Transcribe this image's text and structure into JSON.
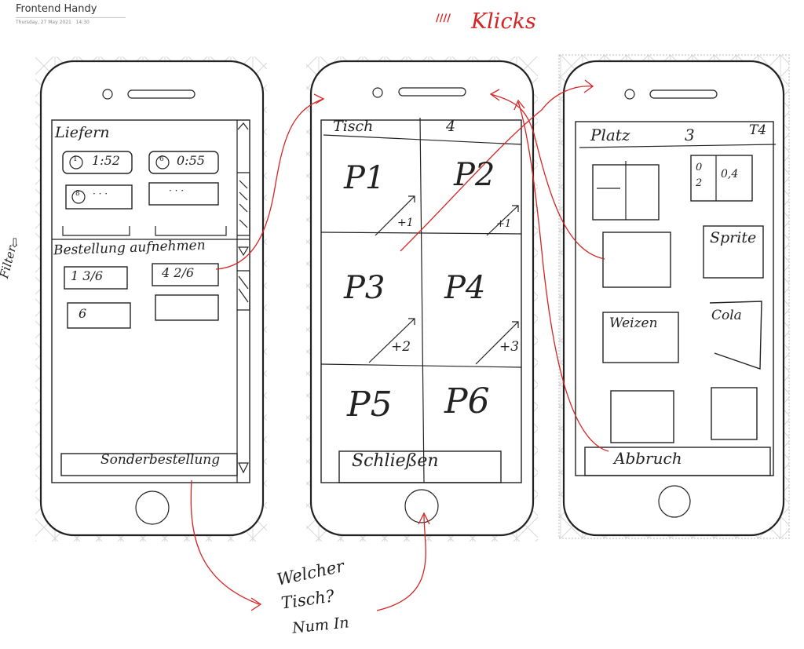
{
  "page": {
    "title": "Frontend Handy",
    "date": "Thursday, 27 May 2021",
    "time": "14:30"
  },
  "annotations": {
    "klicks_label": "Klicks",
    "klicks_mark": "////",
    "filter_label": "Filter",
    "filter_arrow": "⇩",
    "note_lines": [
      "Welcher",
      "Tisch?",
      "Num In"
    ]
  },
  "screen1": {
    "section_deliver": "Liefern",
    "deliver_items": [
      {
        "badge": "1",
        "time": "1:52"
      },
      {
        "badge": "6",
        "time": "0:55"
      },
      {
        "badge": "8",
        "time": "· · ·"
      },
      {
        "badge": "",
        "time": "· · ·"
      }
    ],
    "section_order": "Bestellung aufnehmen",
    "order_items": [
      "1  3/6",
      "4  2/6",
      "6",
      ""
    ],
    "special_order_button": "Sonderbestellung"
  },
  "screen2": {
    "table_label": "Tisch",
    "table_number": "4",
    "seats": [
      {
        "label": "P1",
        "extra": "+1"
      },
      {
        "label": "P2",
        "extra": "+1"
      },
      {
        "label": "P3",
        "extra": ""
      },
      {
        "label": "P4",
        "extra": ""
      },
      {
        "label": "P5",
        "extra": ""
      },
      {
        "label": "P6",
        "extra": ""
      }
    ],
    "diag_labels": [
      "+2",
      "+3"
    ],
    "close_button": "Schließen"
  },
  "screen3": {
    "seat_label": "Platz",
    "seat_number": "3",
    "table_tag": "T4",
    "tile_split_a": "0",
    "tile_split_b": "2",
    "tile_split_c": "0,4",
    "products": [
      "Sprite",
      "Weizen",
      "Cola"
    ],
    "cancel_button": "Abbruch"
  },
  "colors": {
    "ink": "#222222",
    "annotation_red": "#d42424",
    "grid": "#d8d8d8"
  }
}
